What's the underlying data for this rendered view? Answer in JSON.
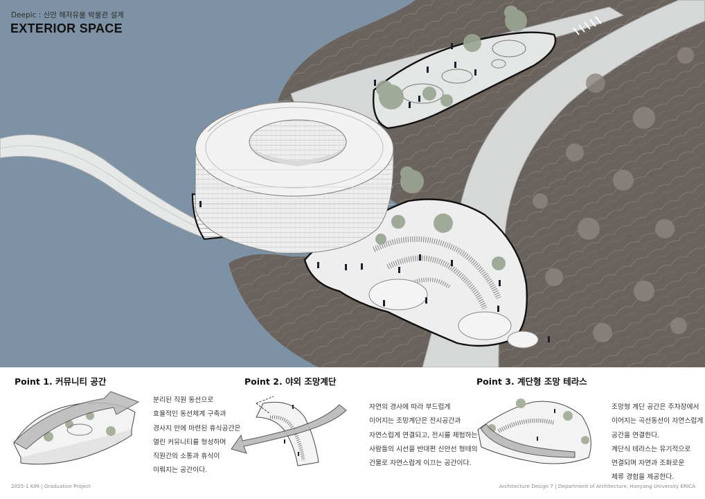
{
  "header": {
    "subtitle": "Deepic : 신안 해저유물 박물관 설계",
    "title": "EXTERIOR SPACE"
  },
  "colors": {
    "sea": "#7d93a5",
    "terrain": "#6a625d",
    "road": "#d6d8d8",
    "building": "#ececec",
    "tree": "#9aa592",
    "arrow": "#b9b9b9"
  },
  "points": [
    {
      "title": "Point 1. 커뮤니티 공간",
      "lines": [
        "분리된 직원 동선으로",
        "효율적인 동선체계 구축과",
        "경사지 안에 마련된 휴식공간은",
        "열린 커뮤니티를 형성하며",
        "직원간의 소통과 휴식이",
        "이뤄지는 공간이다."
      ]
    },
    {
      "title": "Point 2. 야외 조망계단",
      "lines": [
        "자연의 경사에 따라 부드럽게",
        "이어지는 조망계단은 전시공간과",
        "자연스럽게 연결되고, 전시를 체험하는",
        "사람들의 시선을 반대편 신안선 형태의",
        "건물로 자연스럽게 이끄는 공간이다."
      ]
    },
    {
      "title": "Point 3. 계단형 조망 테라스",
      "lines": [
        "조망형 계단 공간은 주차장에서",
        "이어지는 곡선동선이 자연스럽게",
        "공간을 연결한다.",
        "계단식 테라스는 유기적으로",
        "연결되며 자연과 조화로운",
        "체류 경험을 제공한다."
      ]
    }
  ],
  "footer": {
    "left": "2025-1 KIM | Graduation Project",
    "right": "Architecture Design 7 | Department of Architecture, Hanyang University ERICA"
  },
  "icons": [
    "staff-entrance-arrow-icon",
    "view-direction-arrow-icon",
    "entry-arrow-icon",
    "tree-icon",
    "person-icon"
  ]
}
